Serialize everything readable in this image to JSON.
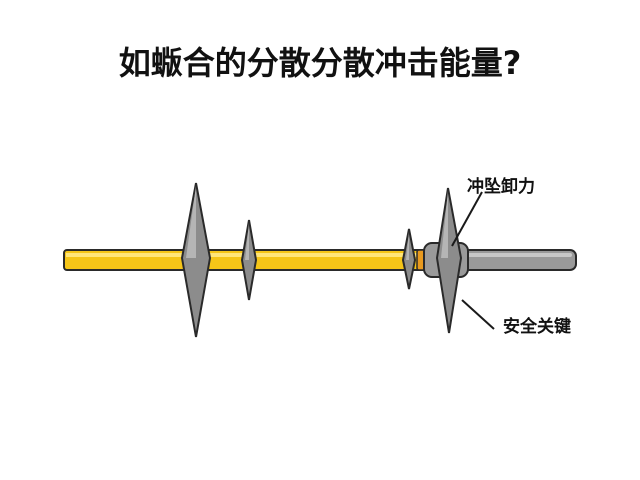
{
  "title": "如蝂合的分散分散冲击能量?",
  "labels": {
    "impact_release": "冲坠卸力",
    "safety_key": "安全关键"
  },
  "colors": {
    "rod_yellow": "#f5c518",
    "rod_gray": "#9a9a9a",
    "disc_gray": "#8c8c8c",
    "outline": "#2a2a2a"
  }
}
